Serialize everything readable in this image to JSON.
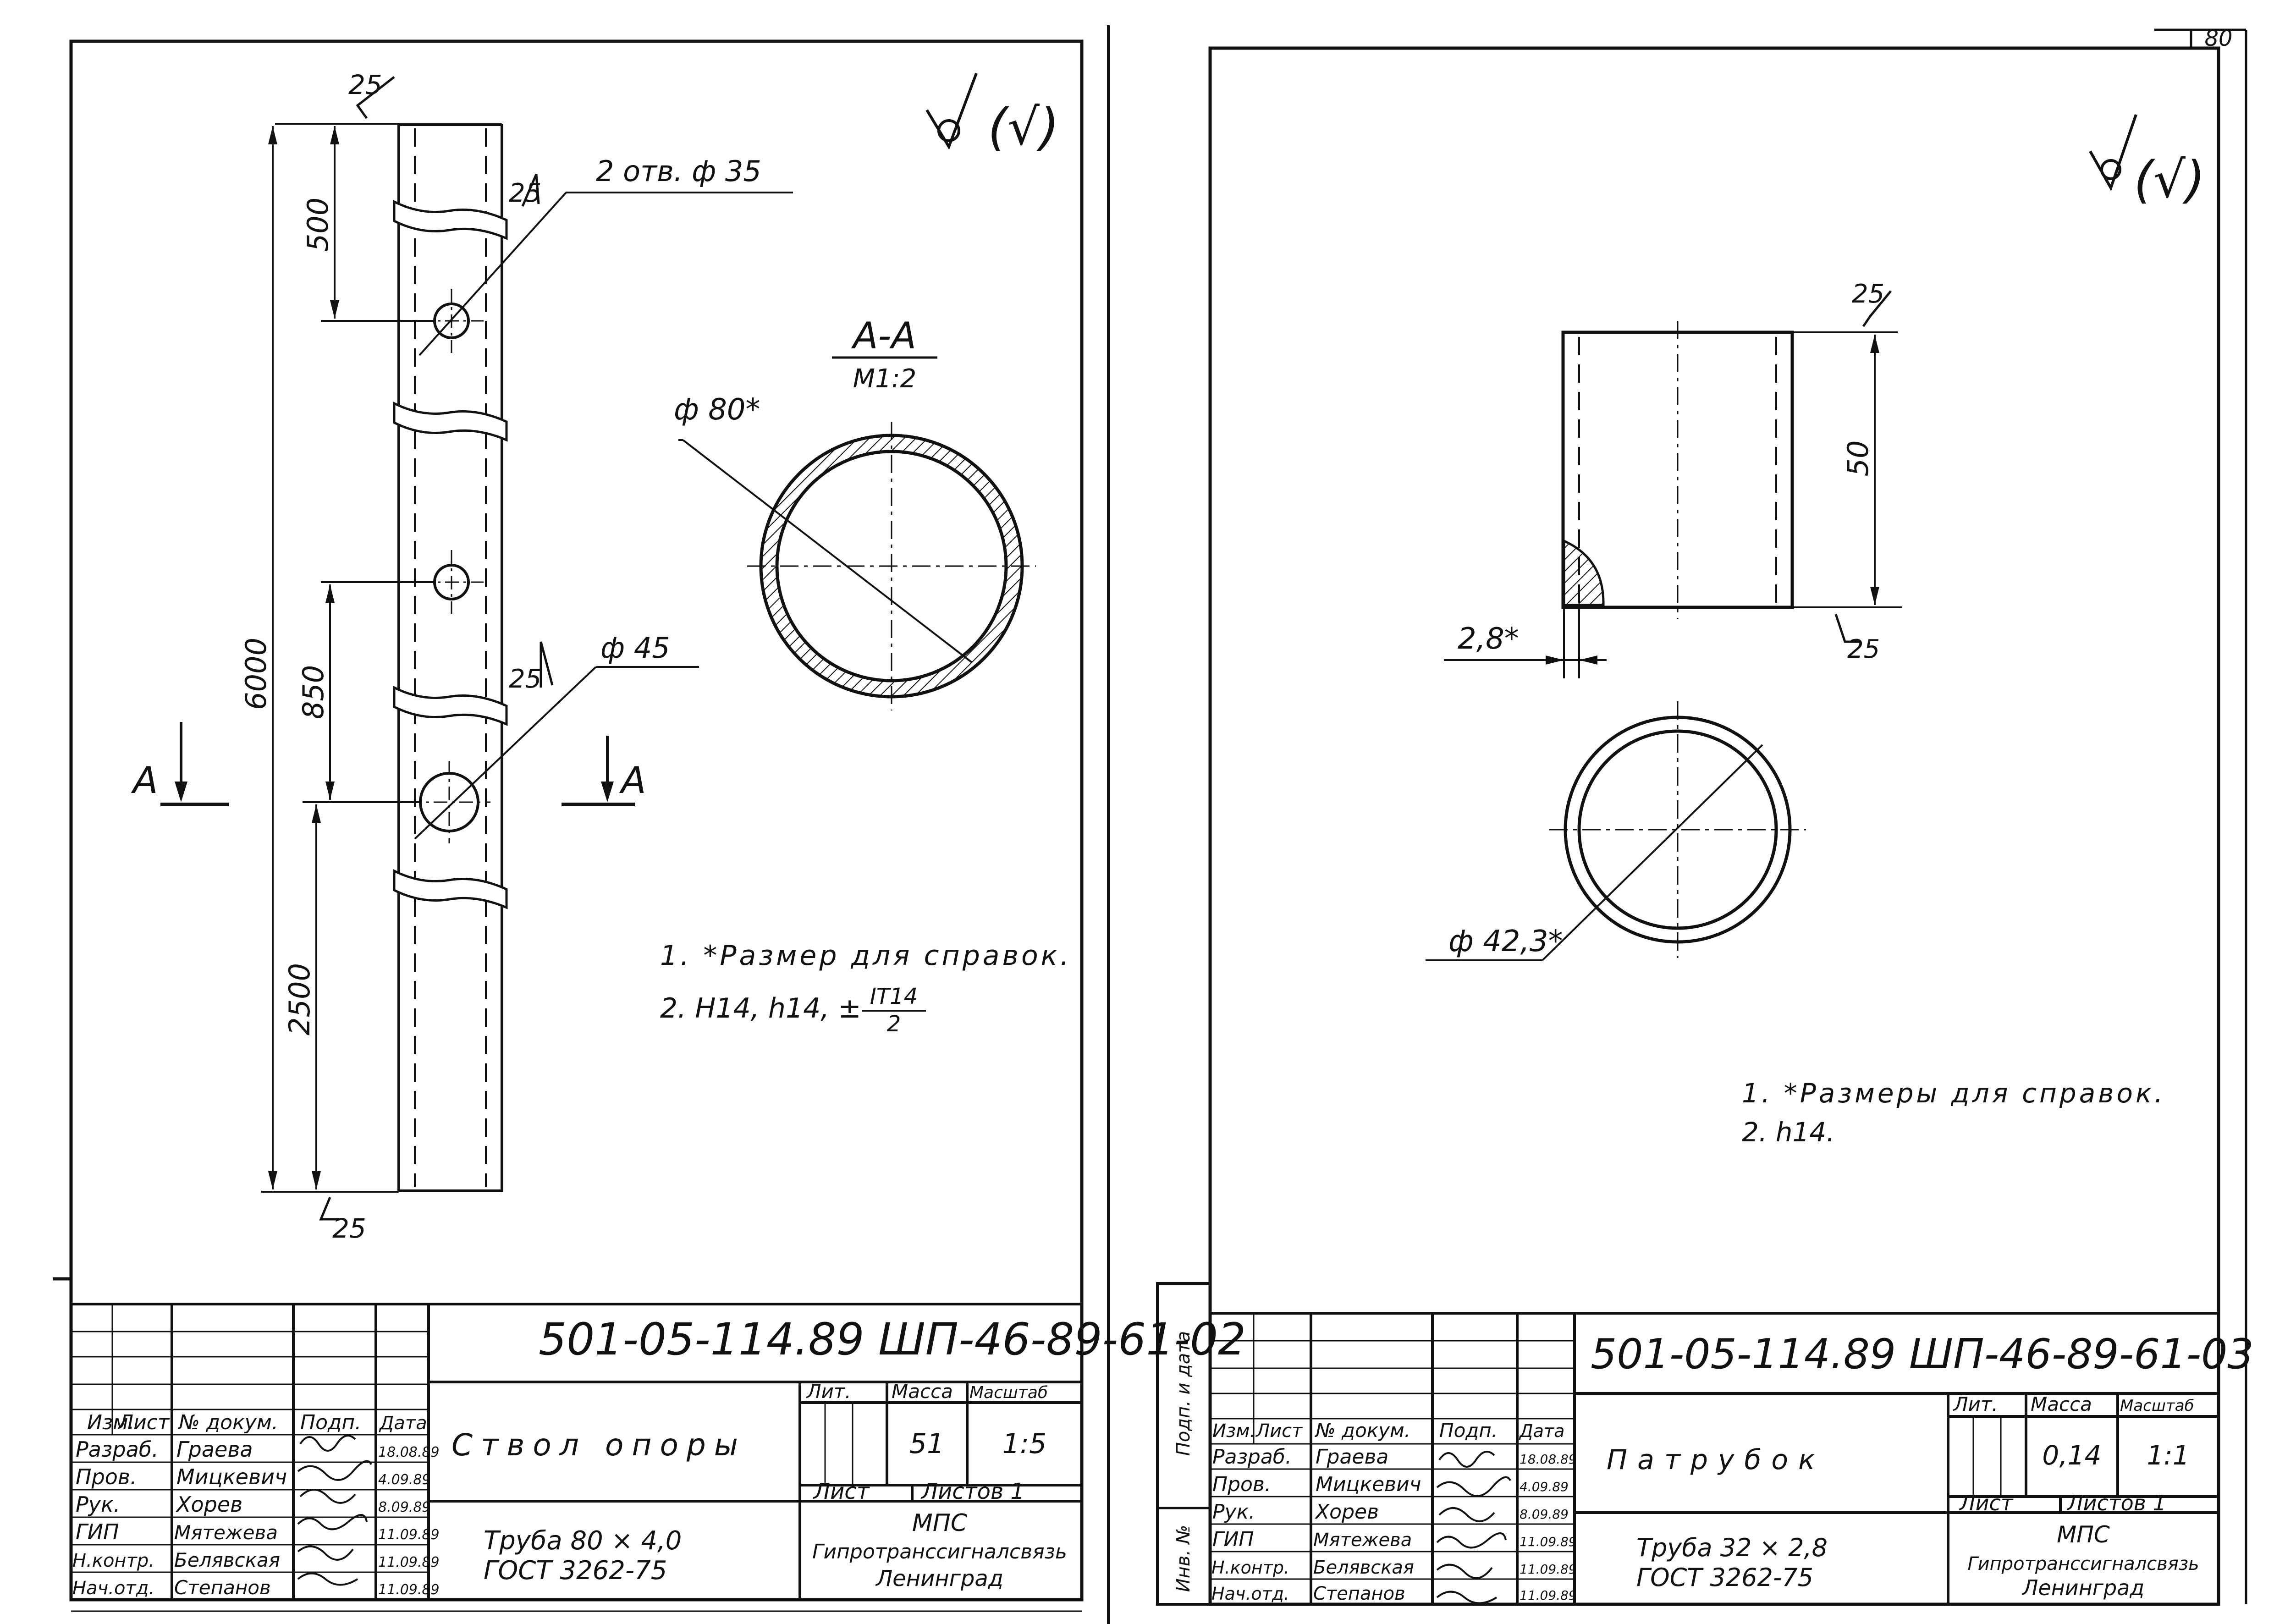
{
  "page_number": "80",
  "sheet_left": {
    "surface_mark": "(√)",
    "dims": {
      "roughness_top": "25",
      "roughness_hole1": "25",
      "roughness_hole2": "25",
      "roughness_bottom": "25",
      "hole1": "2 отв. ф 35",
      "hole2": "ф 45",
      "d500": "500",
      "d850": "850",
      "d2500": "2500",
      "d6000": "6000"
    },
    "section_mark": "А",
    "section": {
      "title": "А-А",
      "scale": "М1:2",
      "diameter": "ф 80*"
    },
    "notes": {
      "n1": "1. *Размер для справок.",
      "n2_prefix": "2. Н14, h14, ±",
      "n2_num": "IT14",
      "n2_den": "2"
    },
    "title_block": {
      "doc_number": "501-05-114.89   ШП-46-89-61-02",
      "name": "Ствол  опоры",
      "material_line1": "Труба  80 × 4,0",
      "material_line2": "ГОСТ  3262-75",
      "headers": {
        "izm": "Изм.",
        "list": "Лист",
        "doc": "№ докум.",
        "sign": "Подп.",
        "date": "Дата"
      },
      "people": [
        {
          "role": "Разраб.",
          "name": "Граева",
          "date": "18.08.89"
        },
        {
          "role": "Пров.",
          "name": "Мицкевич",
          "date": "4.09.89"
        },
        {
          "role": "Рук.",
          "name": "Хорев",
          "date": "8.09.89"
        },
        {
          "role": "ГИП",
          "name": "Мятежева",
          "date": "11.09.89"
        },
        {
          "role": "Н.контр.",
          "name": "Белявская",
          "date": "11.09.89"
        },
        {
          "role": "Нач.отд.",
          "name": "Степанов",
          "date": "11.09.89"
        }
      ],
      "lit_label": "Лит.",
      "mass_label": "Масса",
      "scale_label": "Масштаб",
      "mass": "51",
      "scale": "1:5",
      "sheet_label": "Лист",
      "sheets_label": "Листов 1",
      "org1": "МПС",
      "org2": "Гипротранссигналсвязь",
      "org3": "Ленинград"
    }
  },
  "sheet_right": {
    "surface_mark": "(√)",
    "dims": {
      "roughness_top": "25",
      "roughness_bottom": "25",
      "height": "50",
      "wall": "2,8*",
      "diameter": "ф 42,3*"
    },
    "notes": {
      "n1": "1. *Размеры для справок.",
      "n2": "2. h14."
    },
    "side_labels": {
      "sign_date": "Подп. и дата",
      "inv": "Инв. №"
    },
    "title_block": {
      "doc_number": "501-05-114.89   ШП-46-89-61-03",
      "name": "Патрубок",
      "material_line1": "Труба  32 × 2,8",
      "material_line2": "ГОСТ  3262-75",
      "headers": {
        "izm": "Изм.",
        "list": "Лист",
        "doc": "№ докум.",
        "sign": "Подп.",
        "date": "Дата"
      },
      "people": [
        {
          "role": "Разраб.",
          "name": "Граева",
          "date": "18.08.89"
        },
        {
          "role": "Пров.",
          "name": "Мицкевич",
          "date": "4.09.89"
        },
        {
          "role": "Рук.",
          "name": "Хорев",
          "date": "8.09.89"
        },
        {
          "role": "ГИП",
          "name": "Мятежева",
          "date": "11.09.89"
        },
        {
          "role": "Н.контр.",
          "name": "Белявская",
          "date": "11.09.89"
        },
        {
          "role": "Нач.отд.",
          "name": "Степанов",
          "date": "11.09.89"
        }
      ],
      "lit_label": "Лит.",
      "mass_label": "Масса",
      "scale_label": "Масштаб",
      "mass": "0,14",
      "scale": "1:1",
      "sheet_label": "Лист",
      "sheets_label": "Листов 1",
      "org1": "МПС",
      "org2": "Гипротранссигналсвязь",
      "org3": "Ленинград"
    }
  }
}
